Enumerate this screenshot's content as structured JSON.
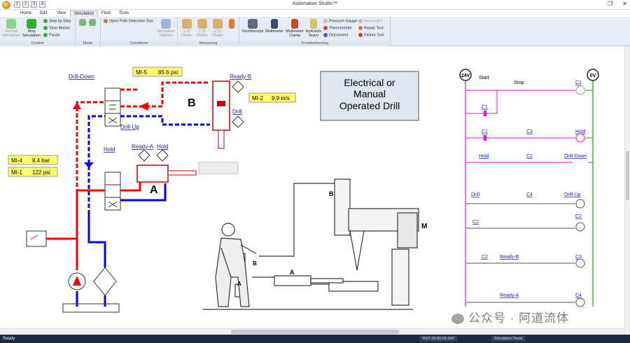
{
  "window": {
    "title": "Automation Studio™",
    "controls": [
      "❐",
      "✕"
    ],
    "app_logo_text": ""
  },
  "quick_access": [
    "1",
    "2",
    "3",
    "4"
  ],
  "tabs": [
    {
      "label": "Home"
    },
    {
      "label": "Edit"
    },
    {
      "label": "View"
    },
    {
      "label": "Simulation",
      "active": true
    },
    {
      "label": "Fluid"
    },
    {
      "label": "Tools"
    }
  ],
  "ribbon": {
    "control": {
      "label": "Control",
      "normal_simulation": "Normal Simulation",
      "stop_simulation": "Stop Simulation",
      "step_by_step": "Step by Step",
      "slow_motion": "Slow Motion",
      "pause": "Pause"
    },
    "mode": {
      "label": "Mode"
    },
    "conditions": {
      "label": "Conditions",
      "open_path": "Open Path Detection Tool",
      "simulation_options": "Simulation Options"
    },
    "measuring": {
      "label": "Measuring",
      "plotters": [
        "y (t) Plotter",
        "y (t) Plotter",
        "y (x) Plotter"
      ]
    },
    "troubleshooting": {
      "label": "Troubleshooting",
      "oscilloscope": "Oscilloscope",
      "multimeter": "Multimeter",
      "multimeter_clamp": "Multimeter Clamp",
      "hydraulic_tester": "Hydraulic Tester",
      "pressure_gauge": "Pressure Gauge",
      "thermometer": "Thermometer",
      "disconnect": "Disconnect",
      "reconnect": "Reconnect",
      "repair_tool": "Repair Tool",
      "failure_tool": "Failure Tool"
    }
  },
  "diagram": {
    "title_lines": [
      "Electrical or",
      "Manual",
      "Operated Drill"
    ],
    "labels": {
      "drill_down": "Drill-Down",
      "drill_up": "Drill-Up",
      "hold": "Hold",
      "ready_a": "Ready-A",
      "hold2": "Hold",
      "ready_b": "Ready-B",
      "drill": "Drill",
      "cyl_b": "B",
      "cyl_a": "A",
      "mach_b": "B",
      "mach_a": "A",
      "motor_m": "M",
      "mach_box_b": "B",
      "mach_box_a": "A"
    },
    "measurements": [
      {
        "name": "MI-5",
        "value": "85.6 psi"
      },
      {
        "name": "MI-2",
        "value": "9.9 in/s"
      },
      {
        "name": "MI-4",
        "value": "8.4 bar"
      },
      {
        "name": "MI-1",
        "value": "122 psi"
      }
    ],
    "ladder": {
      "left_rail": "24V",
      "right_rail": "0V",
      "start": "Start",
      "stop": "Stop",
      "rungs": [
        {
          "contacts": [
            "C1"
          ],
          "coil": "C1"
        },
        {
          "contacts": [
            "C1",
            "C3"
          ],
          "coil": "Hold"
        },
        {
          "contacts": [
            "Hold",
            "C2"
          ],
          "coil": "Drill-Down"
        },
        {
          "contacts": [
            "Drill",
            "C4"
          ],
          "coil": "Drill-Up"
        },
        {
          "contacts": [
            "C2"
          ],
          "coil": "C2"
        },
        {
          "contacts": [
            "C2",
            "Ready-B"
          ],
          "coil": "C3"
        },
        {
          "contacts": [
            "Ready-A"
          ],
          "coil": "C4"
        }
      ]
    }
  },
  "status": {
    "ready": "Ready",
    "time": "RST 00:00:05.340",
    "mode": "Simulation Pend"
  },
  "watermark": "公众号 · 阿道流体",
  "colors": {
    "pressure": "#ff0000",
    "return": "#0000ff",
    "ladder_energized": "#ff00ff",
    "ladder_0v": "#00aa00"
  }
}
